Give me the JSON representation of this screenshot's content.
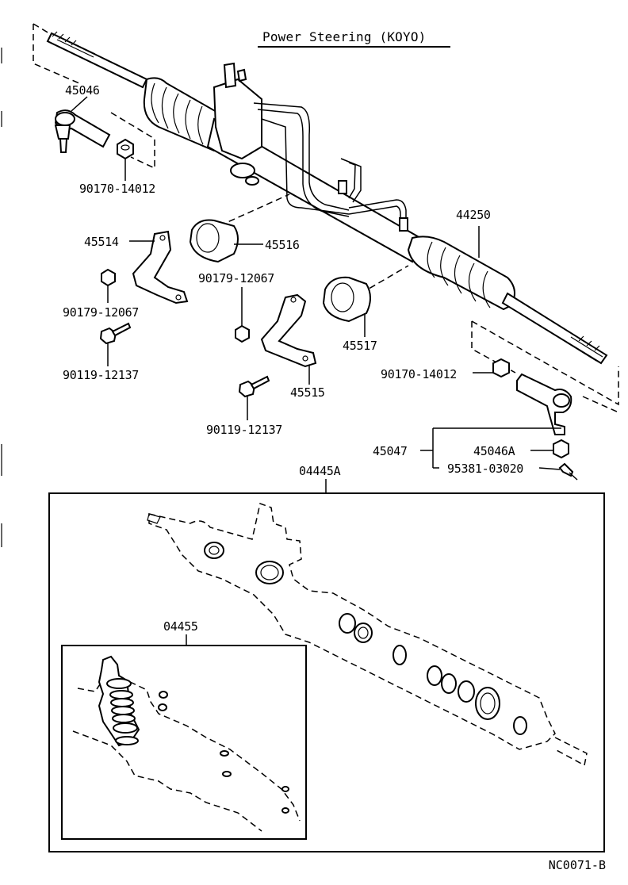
{
  "diagram": {
    "title": "Power Steering (KOYO)",
    "figure_code": "NC0071-B",
    "part_labels": {
      "p45046": "45046",
      "p90170_left": "90170-14012",
      "p45514": "45514",
      "p45516": "45516",
      "p90179_left": "90179-12067",
      "p90179_mid": "90179-12067",
      "p90119_left": "90119-12137",
      "p90119_mid": "90119-12137",
      "p45515": "45515",
      "p45517": "45517",
      "p44250": "44250",
      "p90170_right": "90170-14012",
      "p45047": "45047",
      "p45046A": "45046A",
      "p95381": "95381-03020",
      "p04445A": "04445A",
      "p04455": "04455"
    }
  }
}
